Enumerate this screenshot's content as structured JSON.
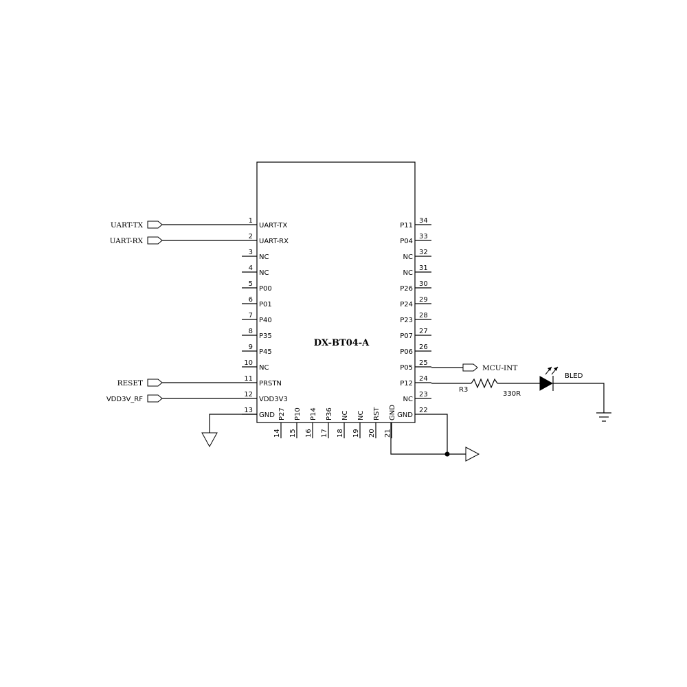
{
  "chip": {
    "name": "DX-BT04-A"
  },
  "left_pins": [
    {
      "num": "1",
      "label": "UART-TX"
    },
    {
      "num": "2",
      "label": "UART-RX"
    },
    {
      "num": "3",
      "label": "NC"
    },
    {
      "num": "4",
      "label": "NC"
    },
    {
      "num": "5",
      "label": "P00"
    },
    {
      "num": "6",
      "label": "P01"
    },
    {
      "num": "7",
      "label": "P40"
    },
    {
      "num": "8",
      "label": "P35"
    },
    {
      "num": "9",
      "label": "P45"
    },
    {
      "num": "10",
      "label": "NC"
    },
    {
      "num": "11",
      "label": "PRSTN"
    },
    {
      "num": "12",
      "label": "VDD3V3"
    },
    {
      "num": "13",
      "label": "GND"
    }
  ],
  "right_pins": [
    {
      "num": "34",
      "label": "P11"
    },
    {
      "num": "33",
      "label": "P04"
    },
    {
      "num": "32",
      "label": "NC"
    },
    {
      "num": "31",
      "label": "NC"
    },
    {
      "num": "30",
      "label": "P26"
    },
    {
      "num": "29",
      "label": "P24"
    },
    {
      "num": "28",
      "label": "P23"
    },
    {
      "num": "27",
      "label": "P07"
    },
    {
      "num": "26",
      "label": "P06"
    },
    {
      "num": "25",
      "label": "P05"
    },
    {
      "num": "24",
      "label": "P12"
    },
    {
      "num": "23",
      "label": "NC"
    },
    {
      "num": "22",
      "label": "GND"
    }
  ],
  "bottom_pins": [
    {
      "num": "14",
      "label": "P27"
    },
    {
      "num": "15",
      "label": "P10"
    },
    {
      "num": "16",
      "label": "P14"
    },
    {
      "num": "17",
      "label": "P36"
    },
    {
      "num": "18",
      "label": "NC"
    },
    {
      "num": "19",
      "label": "NC"
    },
    {
      "num": "20",
      "label": "RST"
    },
    {
      "num": "21",
      "label": "GND"
    }
  ],
  "ports": {
    "uart_tx": "UART-TX",
    "uart_rx": "UART-RX",
    "reset": "RESET",
    "vdd": "VDD3V_RF",
    "mcu_int": "MCU-INT"
  },
  "resistor": {
    "ref": "R3",
    "value": "330R"
  },
  "led": {
    "ref": "BLED"
  }
}
